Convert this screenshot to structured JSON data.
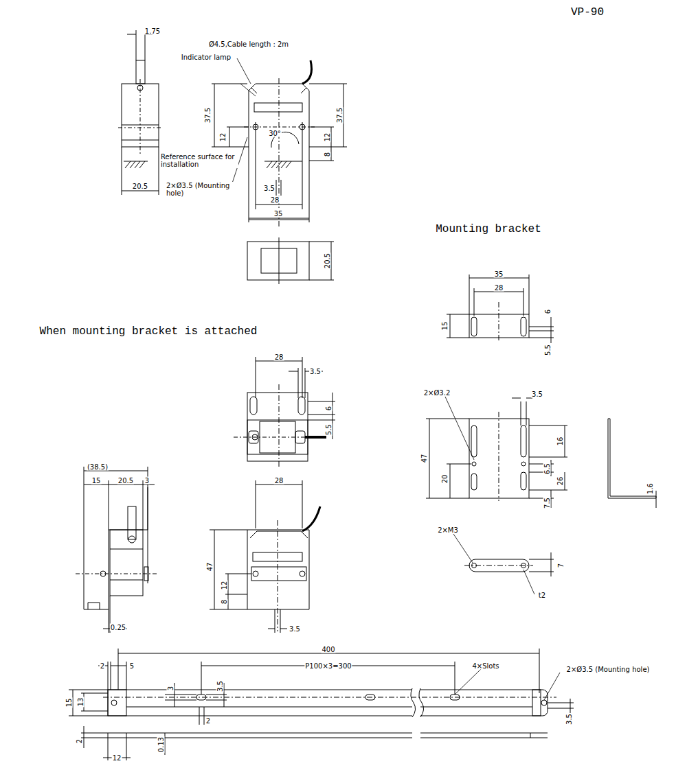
{
  "diagram": {
    "title": "VP-90",
    "labels": [
      "1.75",
      "Ø4.5,Cable length : 2m",
      "Indicator lamp",
      "37.5",
      "37.5",
      "12",
      "30°",
      "12",
      "8",
      "Reference surface for installation",
      "2×Ø3.5 (Mounting hole)",
      "3.5",
      "28",
      "35",
      "20.5",
      "20.5",
      "When mounting bracket is attached",
      "Mounting bracket",
      "35",
      "28",
      "15",
      "6",
      "5.5",
      "2×Ø3.2",
      "3.5",
      "47",
      "16",
      "20",
      "6.5",
      "26",
      "7.5",
      "1.6",
      "2×M3",
      "7",
      "t2",
      "28",
      "3.5",
      "6",
      "5.5",
      "(38.5)",
      "15",
      "20.5",
      "3",
      "28",
      "47",
      "12",
      "8",
      "3.5",
      "0.25",
      "400",
      "2",
      "5",
      "P100×3=300",
      "4×Slots",
      "2×Ø3.5 (Mounting hole)",
      "15",
      "13",
      "3",
      "3.5",
      "2",
      "3.5",
      "2",
      "0.13",
      "12"
    ]
  }
}
